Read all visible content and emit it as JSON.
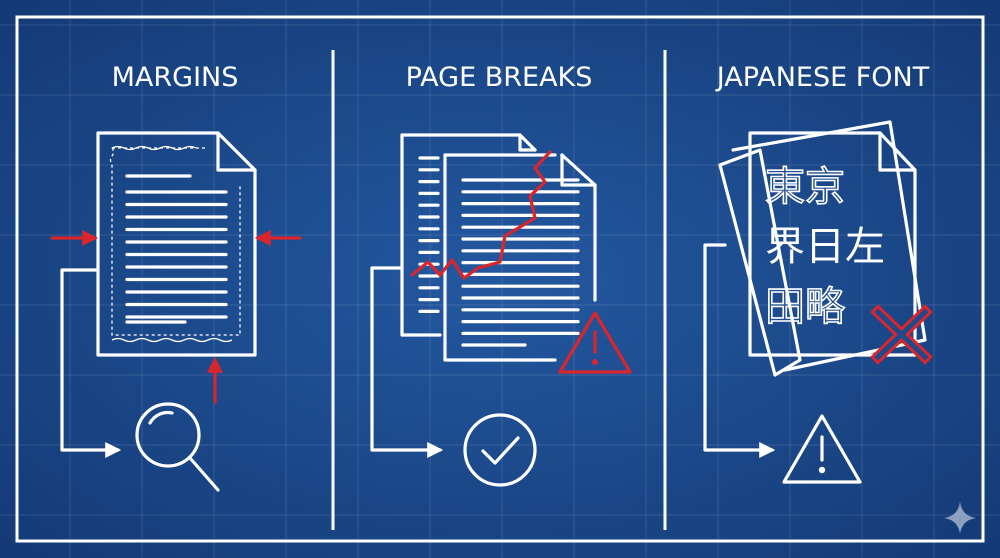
{
  "panels": [
    {
      "title": "MARGINS",
      "icon": "magnifier-icon"
    },
    {
      "title": "PAGE BREAKS",
      "icon": "check-circle-icon"
    },
    {
      "title": "JAPANESE FONT",
      "icon": "warning-icon",
      "glyph_rows": [
        "東京",
        "界日左",
        "田略"
      ]
    }
  ],
  "colors": {
    "background": "#1a4585",
    "line": "#ffffff",
    "accent": "#d9252c"
  }
}
